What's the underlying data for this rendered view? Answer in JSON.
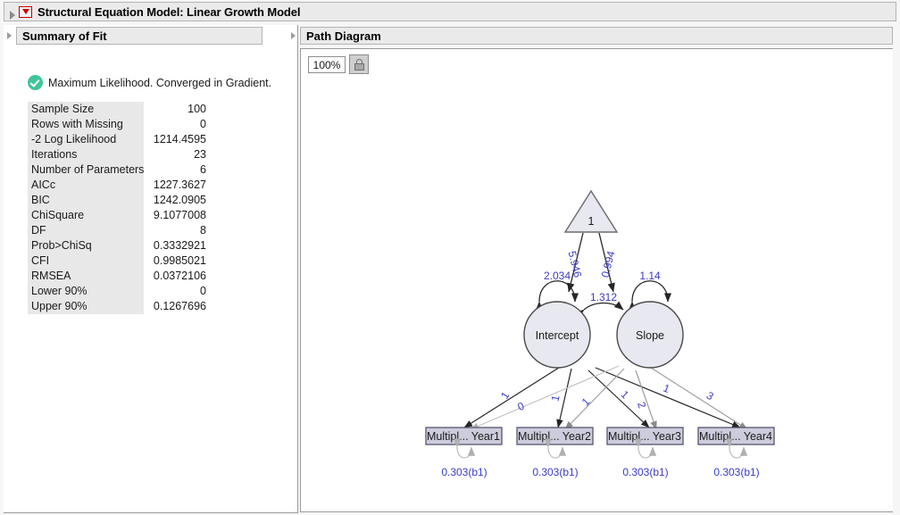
{
  "window": {
    "title": "Structural Equation Model: Linear Growth Model",
    "menu_icon": "red-triangle-icon"
  },
  "summary": {
    "header": "Summary of Fit",
    "status": "Maximum Likelihood. Converged in Gradient.",
    "status_icon": "green-check-icon",
    "rows": [
      {
        "label": "Sample Size",
        "value": "100"
      },
      {
        "label": "Rows with Missing",
        "value": "0"
      },
      {
        "label": "-2 Log Likelihood",
        "value": "1214.4595"
      },
      {
        "label": "Iterations",
        "value": "23"
      },
      {
        "label": "Number of Parameters",
        "value": "6"
      },
      {
        "label": "AICc",
        "value": "1227.3627"
      },
      {
        "label": "BIC",
        "value": "1242.0905"
      },
      {
        "label": "ChiSquare",
        "value": "9.1077008"
      },
      {
        "label": "DF",
        "value": "8"
      },
      {
        "label": "Prob>ChiSq",
        "value": "0.3332921"
      },
      {
        "label": "CFI",
        "value": "0.9985021"
      },
      {
        "label": "RMSEA",
        "value": "0.0372106"
      },
      {
        "label": "Lower 90%",
        "value": "0"
      },
      {
        "label": "Upper 90%",
        "value": "0.1267696"
      }
    ]
  },
  "path_diagram": {
    "header": "Path Diagram",
    "zoom_level": "100%",
    "lock_icon": "lock-icon",
    "constant_node": "1",
    "latents": [
      {
        "name": "Intercept"
      },
      {
        "name": "Slope"
      }
    ],
    "observed": [
      {
        "name": "Multipl... Year1",
        "residual": "0.303(b1)"
      },
      {
        "name": "Multipl... Year2",
        "residual": "0.303(b1)"
      },
      {
        "name": "Multipl... Year3",
        "residual": "0.303(b1)"
      },
      {
        "name": "Multipl... Year4",
        "residual": "0.303(b1)"
      }
    ],
    "means": {
      "intercept_mean": "5.946",
      "slope_mean": "0.994"
    },
    "variances": {
      "intercept_variance": "2.034",
      "slope_variance": "1.14"
    },
    "covariance": "1.312",
    "intercept_loadings": [
      "1",
      "1",
      "1",
      "1"
    ],
    "slope_loadings": [
      "0",
      "1",
      "2",
      "3"
    ],
    "colors": {
      "param_text": "#3b3bc8",
      "latent_fill": "#e8e8f0",
      "observed_fill": "#ccccdd",
      "stroke": "#3a3a3a"
    }
  }
}
